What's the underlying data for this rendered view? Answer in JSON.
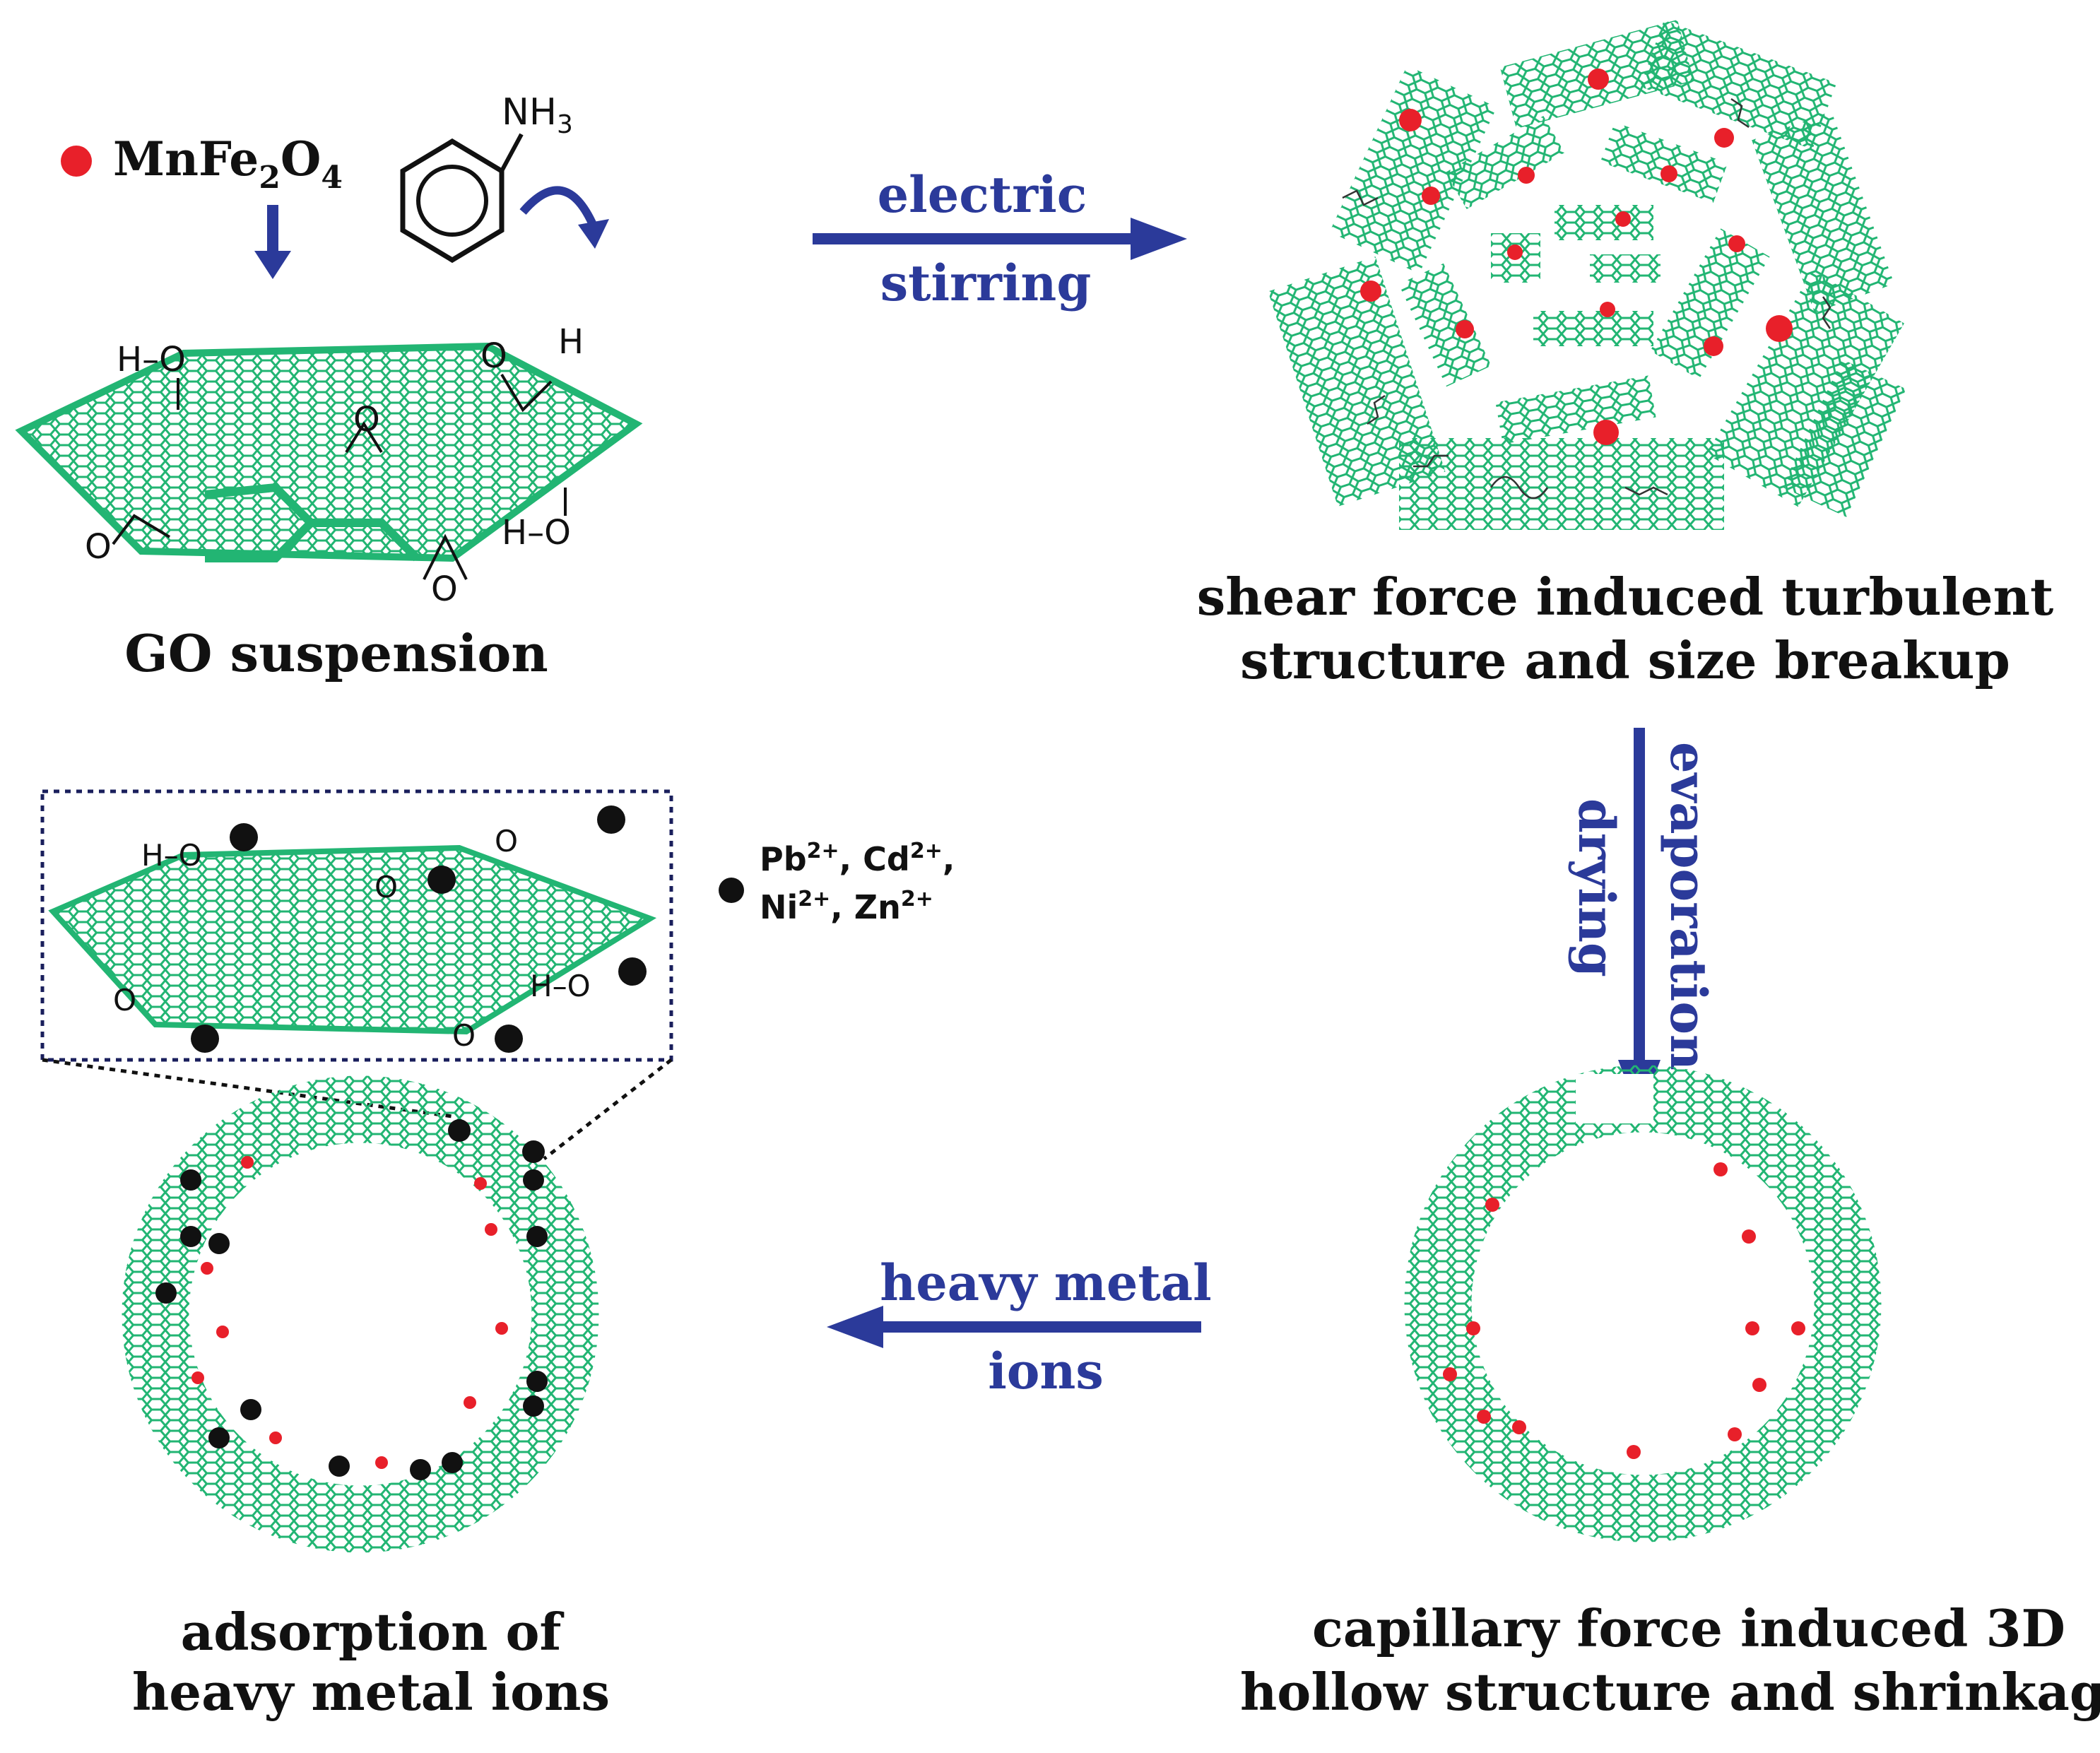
{
  "colors": {
    "graphene": "#22b573",
    "graphene_dark": "#17a35f",
    "nanoparticle": "#e8202a",
    "metal_ion": "#111111",
    "arrow": "#2b3a9a",
    "text": "#111111"
  },
  "legend": {
    "mnfe2o4": {
      "prefix": "MnFe",
      "sub1": "2",
      "mid": "O",
      "sub2": "4"
    },
    "aniline": {
      "n": "NH",
      "sub": "3"
    },
    "metal_ions": {
      "line1": {
        "a": "Pb",
        "a_sup": "2+",
        "b": ", Cd",
        "b_sup": "2+",
        "tail": ","
      },
      "line2": {
        "a": "Ni",
        "a_sup": "2+",
        "b": ", Zn",
        "b_sup": "2+"
      }
    }
  },
  "arrows": {
    "step1": {
      "line1": "electric",
      "line2": "stirring"
    },
    "step2": {
      "line1": "evaporation",
      "line2": "drying"
    },
    "step3": {
      "line1": "heavy metal",
      "line2": "ions"
    }
  },
  "captions": {
    "go": "GO suspension",
    "shear": {
      "line1": "shear force induced  turbulent",
      "line2": "structure and size breakup"
    },
    "capillary": {
      "line1": "capillary force induced 3D",
      "line2": "hollow structure and shrinkage"
    },
    "adsorption": {
      "line1": "adsorption of",
      "line2": "heavy metal ions"
    }
  },
  "chem_labels": {
    "hydroxyl_top": "H–O",
    "carboxyl_top": "O",
    "carboxyl_top_h": "H",
    "epoxide": "O",
    "carboxyl_left": "O",
    "hydroxyl_right": "H–O",
    "h": "H"
  }
}
